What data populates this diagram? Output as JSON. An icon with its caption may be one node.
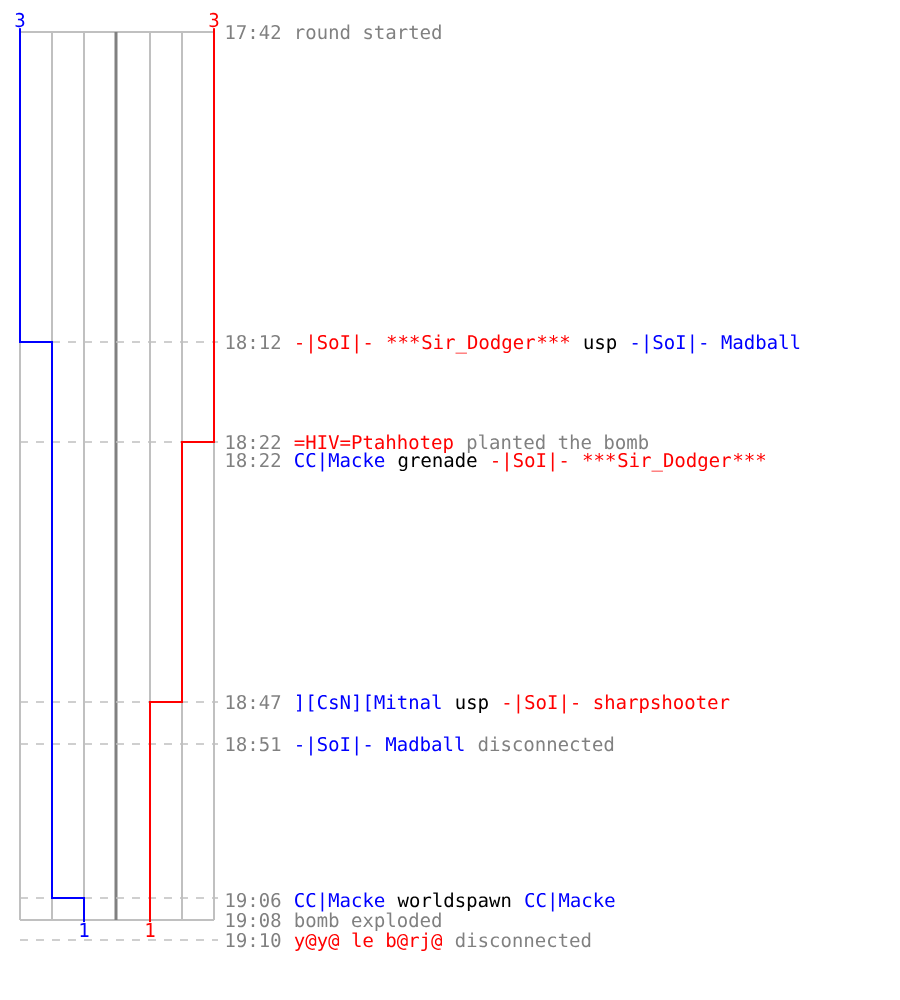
{
  "diagram": {
    "labels": [
      "3",
      "3",
      "17:42",
      "round started",
      "18:12",
      "-|SoI|-",
      "***",
      "Sir_Dodger",
      "***",
      "usp",
      "-|SoI|- Madball",
      "18:22",
      "=HIV=Ptahhotep",
      "planted the bomb",
      "18:22",
      "CC|Macke",
      "grenade",
      "-|SoI|-",
      "***",
      "Sir_Dodger",
      "***",
      "18:47",
      "][CsN][Mitnal",
      "usp",
      "-|SoI|- sharpshooter",
      "18:51",
      "-|SoI|- Madball",
      "disconnected",
      "19:06",
      "CC|Macke",
      "worldspawn",
      "CC|Macke",
      "19:08",
      "bomb exploded",
      "19:10",
      "y@y@ le b@rj@",
      "disconnected",
      "1",
      "1"
    ]
  }
}
